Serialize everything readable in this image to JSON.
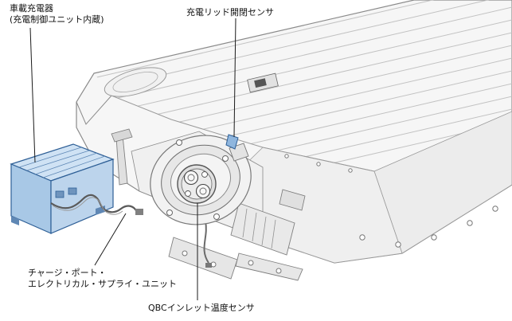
{
  "figure": {
    "background": "#ffffff",
    "highlight_color": "#cfe2f4",
    "highlight_stroke": "#2e5f96",
    "outline_color": "#8a8a8a",
    "leader_color": "#1a1a1a"
  },
  "labels": {
    "onboard_charger": {
      "line1": "車載充電器",
      "line2": "(充電制御ユニット内蔵)"
    },
    "lid_sensor": {
      "text": "充電リッド開閉センサ"
    },
    "charge_port_unit": {
      "line1": "チャージ・ポート・",
      "line2": "エレクトリカル・サプライ・ユニット"
    },
    "qbc_sensor": {
      "text": "QBCインレット温度センサ"
    }
  }
}
